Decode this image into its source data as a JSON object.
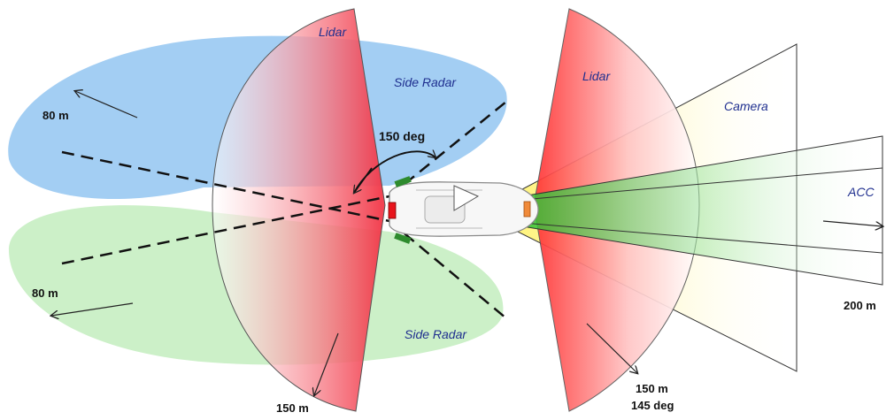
{
  "diagram": {
    "labels": {
      "lidar_rear": "Lidar",
      "side_radar_top": "Side Radar",
      "side_radar_bottom": "Side Radar",
      "lidar_front": "Lidar",
      "camera": "Camera",
      "acc": "ACC",
      "range_80_top": "80 m",
      "range_80_bottom": "80 m",
      "range_150_rear": "150 m",
      "range_150_front": "150 m",
      "angle_145": "145 deg",
      "range_200": "200 m",
      "angle_150": "150 deg"
    },
    "colors": {
      "side_radar_top": "#9ecbf2",
      "side_radar_bottom": "#c9efc5",
      "lidar": "#ff5a5a",
      "camera": "#fff27a",
      "acc": "#33c24a",
      "sensor_red": "#e8141c",
      "sensor_green": "#2e8b2e",
      "sensor_orange": "#f08a3a"
    }
  }
}
